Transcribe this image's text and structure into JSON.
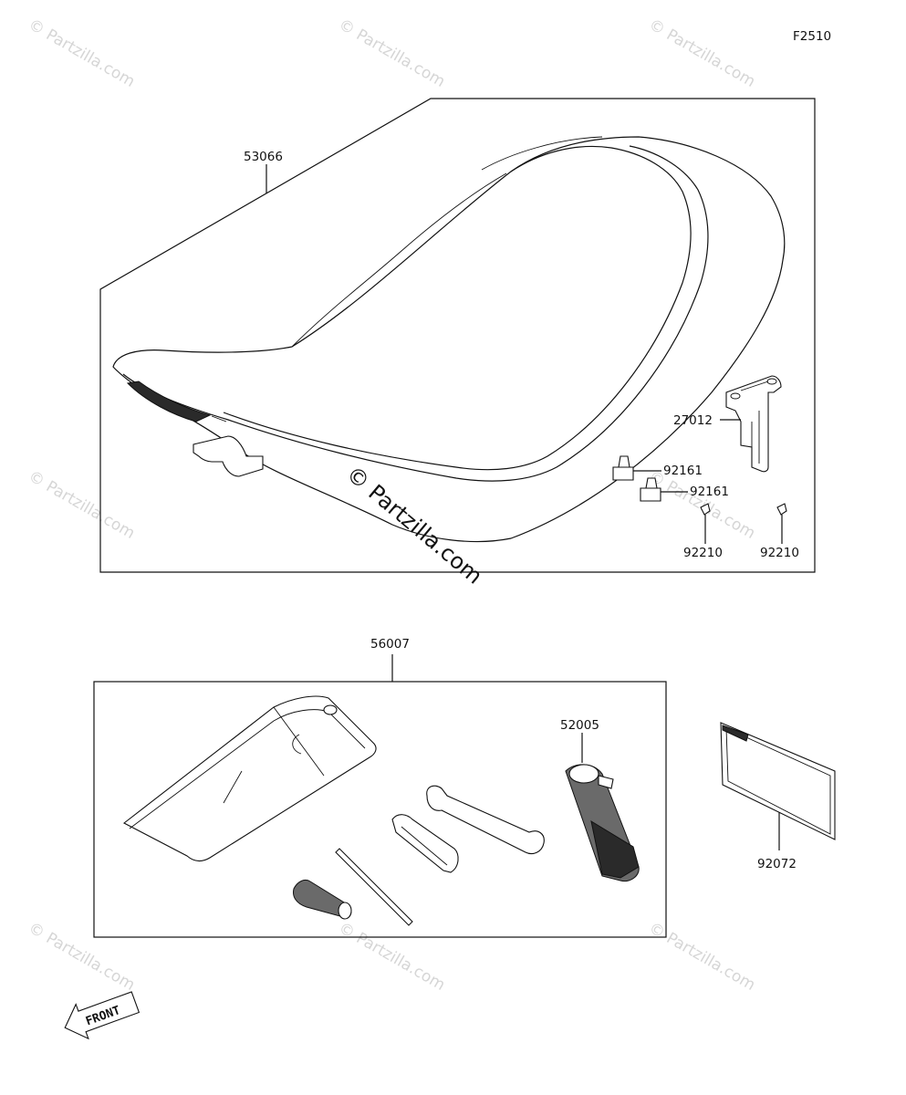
{
  "figure_code": "F2510",
  "watermark_text": "© Partzilla.com",
  "center_watermark": "© Partzilla.com",
  "front_label": "FRONT",
  "groups": {
    "seat": {
      "label": "53066",
      "parts": [
        "27012",
        "92161",
        "92161",
        "92210",
        "92210"
      ]
    },
    "tool_kit": {
      "label": "56007",
      "parts": [
        "52005"
      ]
    },
    "standalone": [
      "92072"
    ]
  }
}
